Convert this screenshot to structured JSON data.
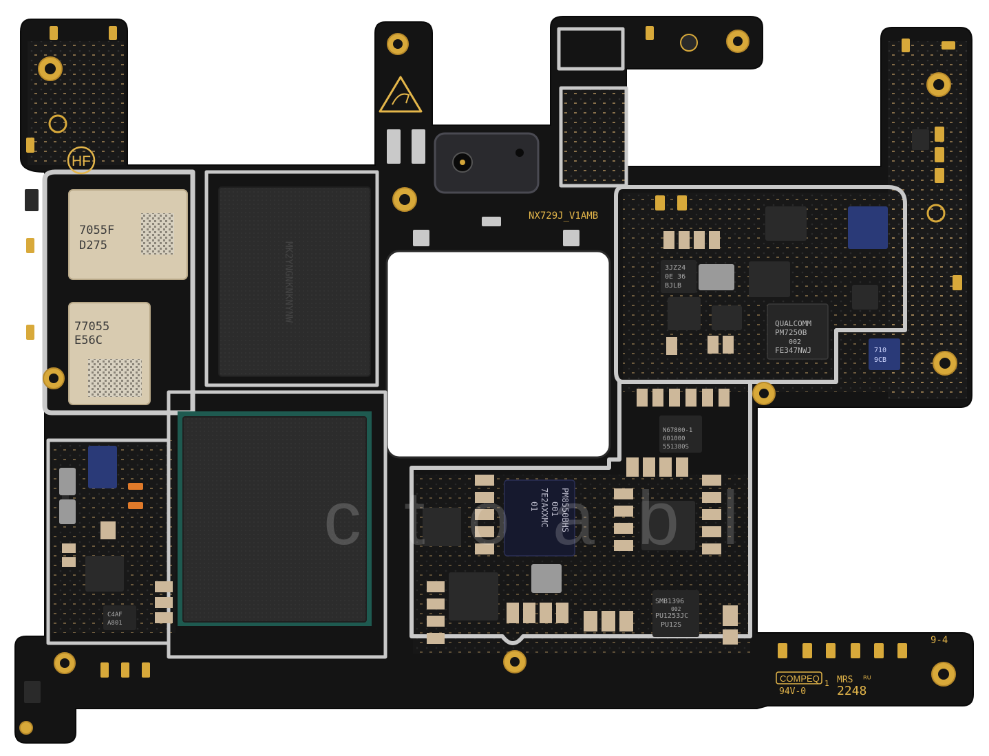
{
  "board": {
    "model_label": "NX729J_V1AMB",
    "hf_logo": "HF",
    "rev_label": "9-4",
    "maker_label": "COMPEQ",
    "maker_suffix": "1",
    "rating_label": "94V-0",
    "mrs_label": "MRS",
    "ul_mark": "ᴿᵁ",
    "date_code": "2248",
    "esd_icon": "esd-warning-icon",
    "colors": {
      "pcb": "#141414",
      "gold": "#d8a93a",
      "shield": "#c9c9c9",
      "silk": "#e4b64a"
    }
  },
  "chips": {
    "rf_module_1": [
      "7055F",
      "D275"
    ],
    "rf_module_2": [
      "77055",
      "E56C"
    ],
    "pmic_main": [
      "QUALCOMM",
      "PM7250B",
      "002",
      "FE347NWJ"
    ],
    "pmic_small": [
      "3JZ24",
      "0E 36",
      "BJLB"
    ],
    "ic_center": [
      "PM8550BHS",
      "001",
      "7E2AXXMC",
      "01"
    ],
    "ic_right_1": [
      "N67800-1",
      "601000",
      "551380S"
    ],
    "ic_right_2": [
      "SMB1396",
      "002",
      "PU1253JC",
      "PU12S"
    ],
    "ic_blue_right": [
      "710",
      "9CB"
    ],
    "ic_small_left": [
      "C4AF",
      "A801"
    ],
    "memory_label": "MK2YNGNKNKNYNW"
  },
  "watermark": "ctoable"
}
